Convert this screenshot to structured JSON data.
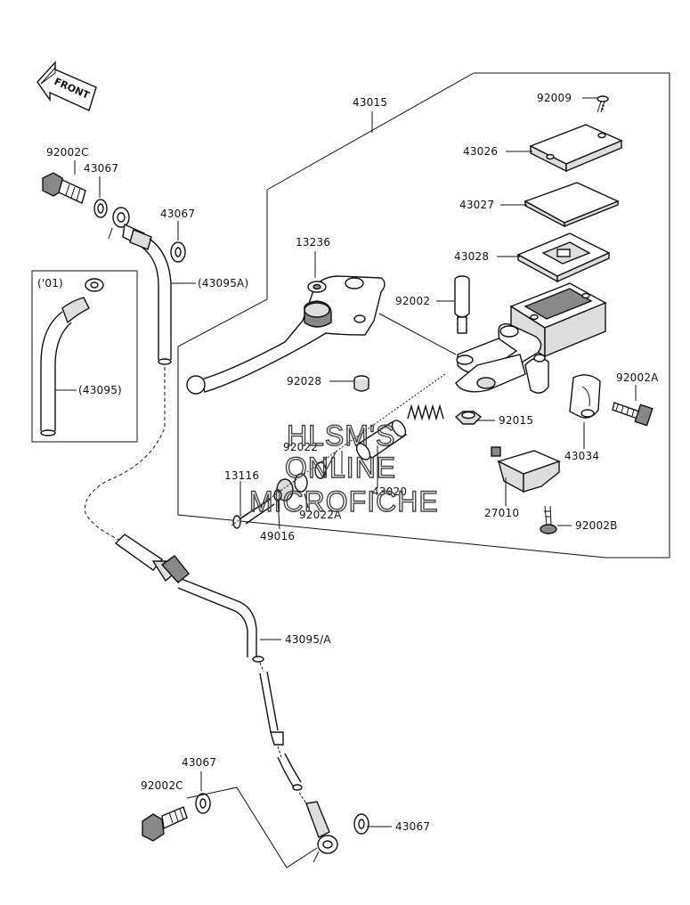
{
  "front_label": "FRONT",
  "watermark": {
    "line1": "HLSM'S",
    "line2": "ONLINE",
    "line3": "MICROFICHE"
  },
  "labels": {
    "p43015": "43015",
    "p92009": "92009",
    "p43026": "43026",
    "p43027": "43027",
    "p43028": "43028",
    "p13236": "13236",
    "p92002": "92002",
    "p92028": "92028",
    "p92002A": "92002A",
    "p92015": "92015",
    "p43034": "43034",
    "p92022": "92022",
    "p43020": "43020",
    "p13116": "13116",
    "p92022A": "92022A",
    "p49016": "49016",
    "p27010": "27010",
    "p92002B": "92002B",
    "p92002C_top": "92002C",
    "p43067_top1": "43067",
    "p43067_top2": "43067",
    "p43095A": "(43095A)",
    "inset_year": "('01)",
    "p43095": "(43095)",
    "p43095_A": "43095/A",
    "p43067_bot1": "43067",
    "p92002C_bot": "92002C",
    "p43067_bot2": "43067"
  }
}
